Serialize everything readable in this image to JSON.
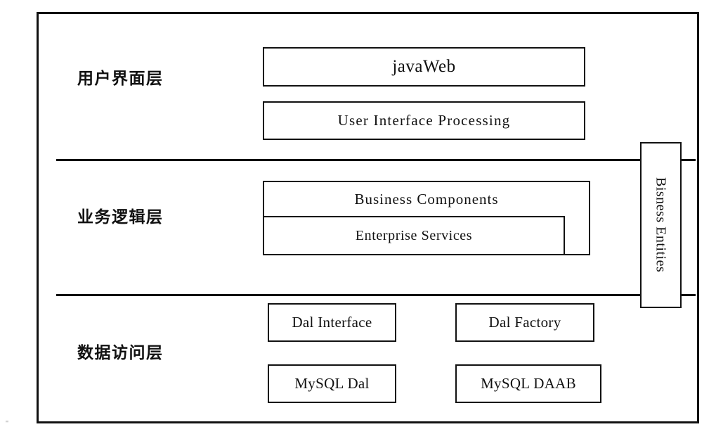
{
  "diagram": {
    "type": "layered-architecture-diagram",
    "title_visible": false,
    "colors": {
      "stroke": "#111111",
      "background": "#ffffff",
      "text": "#111111"
    },
    "layers": [
      {
        "id": "ui",
        "label": "用户界面层",
        "components": [
          {
            "id": "javaweb",
            "label": "javaWeb"
          },
          {
            "id": "ui-processing",
            "label": "User  Interface  Processing"
          }
        ]
      },
      {
        "id": "business",
        "label": "业务逻辑层",
        "components": [
          {
            "id": "business-components",
            "label": "Business   Components"
          },
          {
            "id": "enterprise-services",
            "label": "Enterprise Services"
          }
        ]
      },
      {
        "id": "data",
        "label": "数据访问层",
        "components": [
          {
            "id": "dal-interface",
            "label": "Dal Interface"
          },
          {
            "id": "dal-factory",
            "label": "Dal Factory"
          },
          {
            "id": "mysql-dal",
            "label": "MySQL Dal"
          },
          {
            "id": "mysql-daab",
            "label": "MySQL DAAB"
          }
        ]
      }
    ],
    "cross_cutting": {
      "id": "bisness-entities",
      "label": "Bisness Entities",
      "orientation": "vertical",
      "spans": [
        "ui",
        "business",
        "data"
      ]
    },
    "artifact": {
      "mark": "''"
    }
  }
}
